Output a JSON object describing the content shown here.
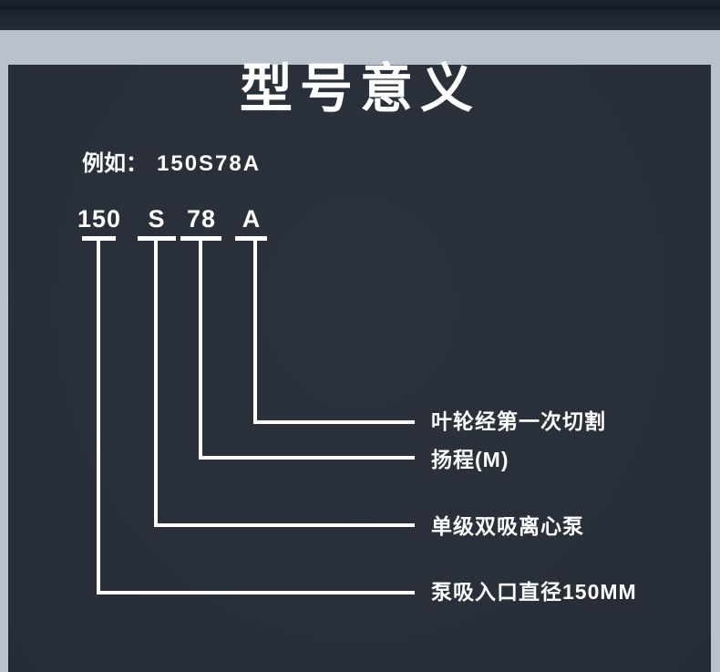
{
  "title": "型号意义",
  "example": {
    "prefix": "例如：",
    "model": "150S78A"
  },
  "diagram": {
    "segments": [
      {
        "code": "150",
        "desc": "泵吸入口直径150MM"
      },
      {
        "code": "S",
        "desc": "单级双吸离心泵"
      },
      {
        "code": "78",
        "desc": "扬程(M)"
      },
      {
        "code": "A",
        "desc": "叶轮经第一次切割"
      }
    ]
  },
  "colors": {
    "panel_bg": "#2a313b",
    "frame_gray": "#b9c1ca",
    "header_dark": "#1b222c",
    "line_white": "#ffffff"
  }
}
